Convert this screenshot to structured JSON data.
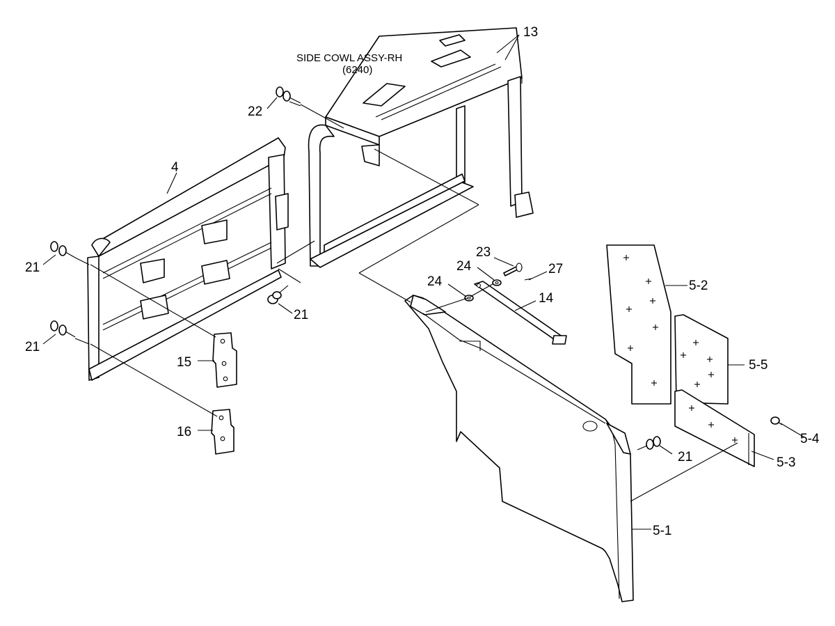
{
  "title": {
    "line1": "SIDE COWL ASSY-RH",
    "line2": "(6240)"
  },
  "callouts": {
    "c13": "13",
    "c22": "22",
    "c4": "4",
    "c21a": "21",
    "c21b": "21",
    "c21c": "21",
    "c21d": "21",
    "c15": "15",
    "c16": "16",
    "c23": "23",
    "c24a": "24",
    "c24b": "24",
    "c27": "27",
    "c14": "14",
    "c5_2": "5-2",
    "c5_5": "5-5",
    "c5_4": "5-4",
    "c5_3": "5-3",
    "c5_1": "5-1"
  }
}
